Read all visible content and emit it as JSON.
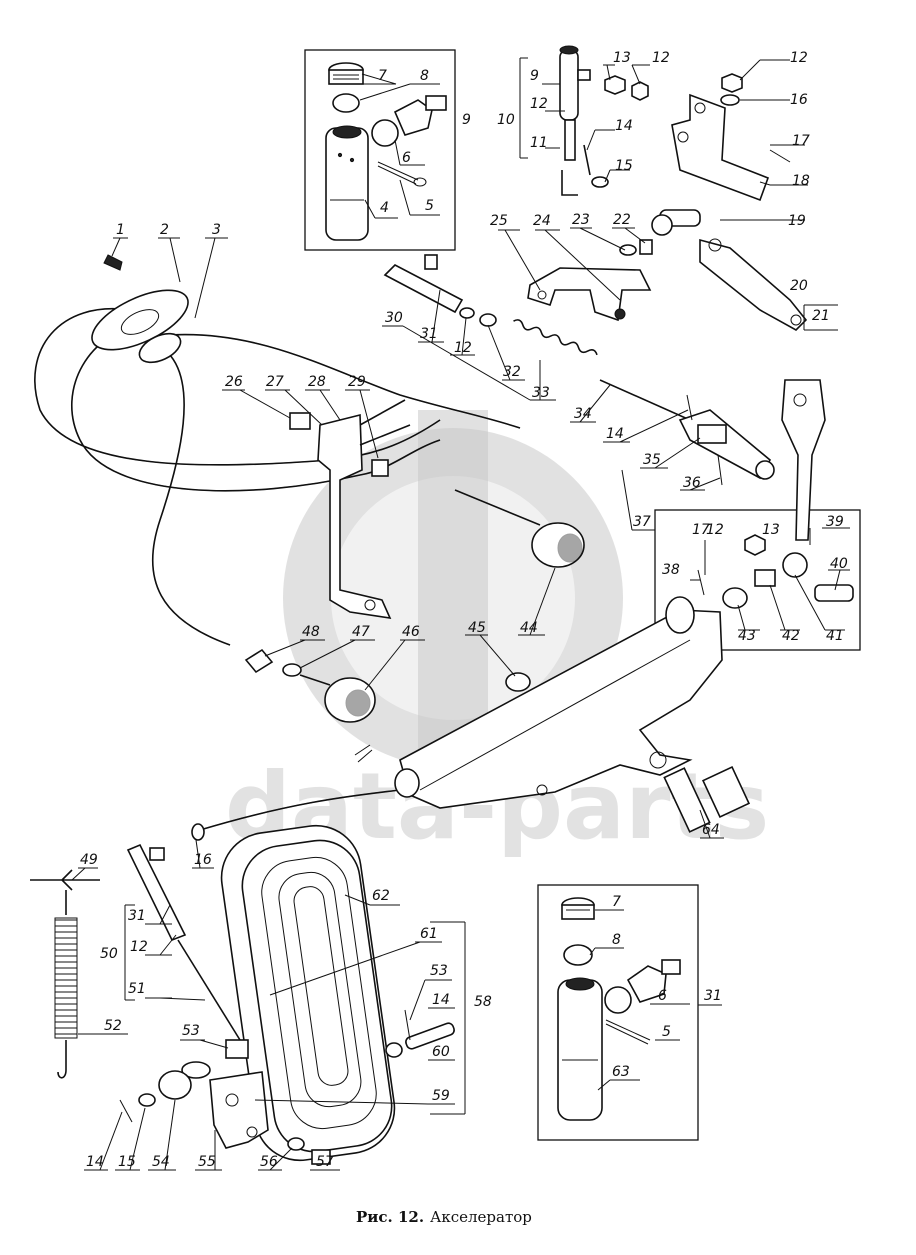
{
  "caption": {
    "prefix": "Рис. 12.",
    "title": "Акселератор"
  },
  "watermark": "data-parts",
  "callouts": {
    "n1": "1",
    "n2": "2",
    "n3": "3",
    "n4": "4",
    "n5": "5",
    "n6": "6",
    "n7": "7",
    "n8": "8",
    "n9": "9",
    "n10": "10",
    "n11": "11",
    "n12": "12",
    "n13": "13",
    "n14": "14",
    "n15": "15",
    "n16": "16",
    "n17": "17",
    "n18": "18",
    "n19": "19",
    "n20": "20",
    "n21": "21",
    "n22": "22",
    "n23": "23",
    "n24": "24",
    "n25": "25",
    "n26": "26",
    "n27": "27",
    "n28": "28",
    "n29": "29",
    "n30": "30",
    "n31": "31",
    "n32": "32",
    "n33": "33",
    "n34": "34",
    "n35": "35",
    "n36": "36",
    "n37": "37",
    "n38": "38",
    "n39": "39",
    "n40": "40",
    "n41": "41",
    "n42": "42",
    "n43": "43",
    "n44": "44",
    "n45": "45",
    "n46": "46",
    "n47": "47",
    "n48": "48",
    "n49": "49",
    "n50": "50",
    "n51": "51",
    "n52": "52",
    "n53": "53",
    "n54": "54",
    "n55": "55",
    "n56": "56",
    "n57": "57",
    "n58": "58",
    "n59": "59",
    "n60": "60",
    "n61": "61",
    "n62": "62",
    "n63": "63",
    "n64": "64"
  }
}
